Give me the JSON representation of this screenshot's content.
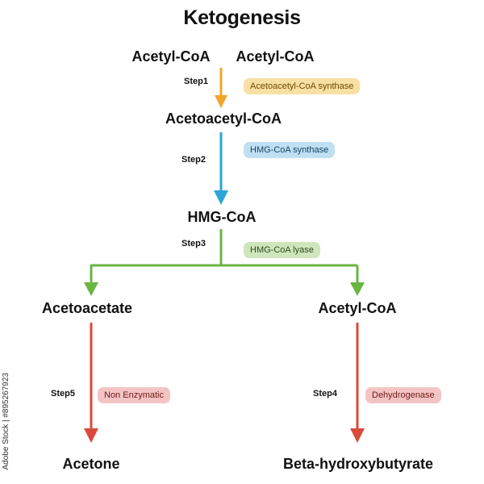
{
  "title": "Ketogenesis",
  "side_id": "Adobe Stock | #895267923",
  "colors": {
    "step1": "#f0a52a",
    "step2": "#2aa6d9",
    "step3": "#6ab544",
    "step_red": "#d94a3b"
  },
  "nodes": {
    "acetyl_coa_left": "Acetyl-CoA",
    "acetyl_coa_right": "Acetyl-CoA",
    "acetoacetyl_coa": "Acetoacetyl-CoA",
    "hmg_coa": "HMG-CoA",
    "acetoacetate": "Acetoacetate",
    "acetyl_coa_branch": "Acetyl-CoA",
    "acetone": "Acetone",
    "beta_hydroxybutyrate": "Beta-hydroxybutyrate"
  },
  "steps": {
    "step1": "Step1",
    "step2": "Step2",
    "step3": "Step3",
    "step4": "Step4",
    "step5": "Step5"
  },
  "enzymes": {
    "step1": "Acetoacetyl-CoA synthase",
    "step2": "HMG-CoA synthase",
    "step3": "HMG-CoA lyase",
    "step4": "Dehydrogenase",
    "step5": "Non Enzymatic"
  }
}
